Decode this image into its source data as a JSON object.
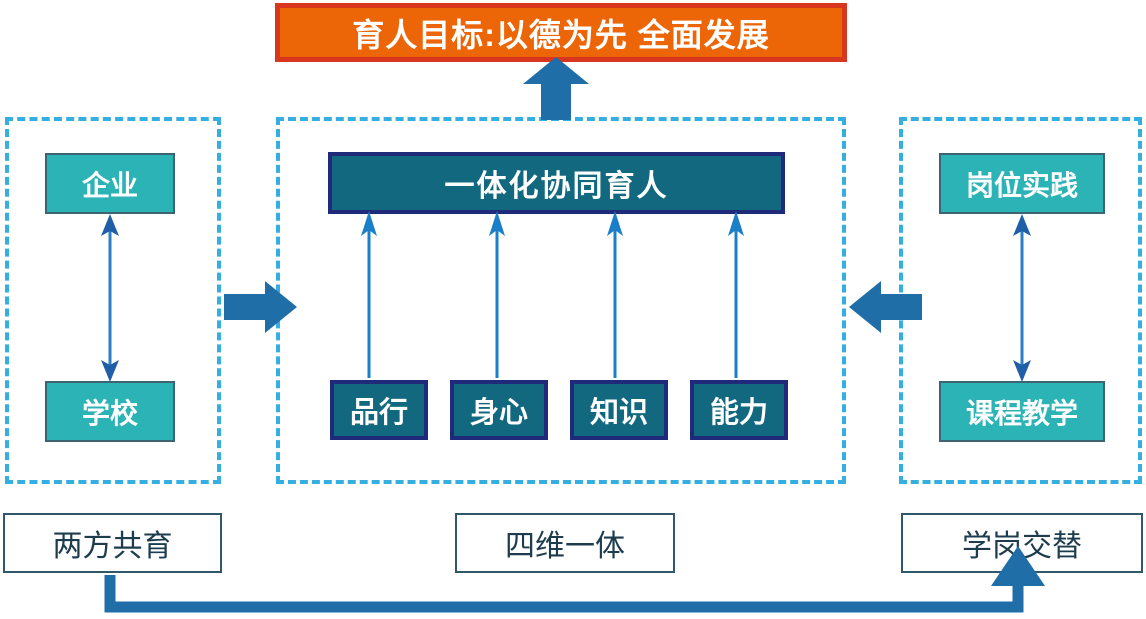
{
  "diagram": {
    "title_banner": {
      "text": "育人目标:以德为先  全面发展",
      "bg_color": "#ec6608",
      "border_color": "#d8361e",
      "text_color": "#ffffff"
    },
    "panels": {
      "left": {
        "border_color": "#35aee2",
        "boxes": [
          {
            "label": "企业",
            "fill": "#2bb3b5"
          },
          {
            "label": "学校",
            "fill": "#2bb3b5"
          }
        ],
        "connector": "double-headed-vertical-arrow"
      },
      "center": {
        "border_color": "#35aee2",
        "main_box": {
          "label": "一体化协同育人",
          "fill": "#12687e",
          "border": "#1f2b7a"
        },
        "dimension_boxes": [
          {
            "label": "品行",
            "fill": "#12687e",
            "border": "#1f2b7a"
          },
          {
            "label": "身心",
            "fill": "#12687e",
            "border": "#1f2b7a"
          },
          {
            "label": "知识",
            "fill": "#12687e",
            "border": "#1f2b7a"
          },
          {
            "label": "能力",
            "fill": "#12687e",
            "border": "#1f2b7a"
          }
        ],
        "connector": "four-up-arrows-to-main-box"
      },
      "right": {
        "border_color": "#35aee2",
        "boxes": [
          {
            "label": "岗位实践",
            "fill": "#2bb3b5"
          },
          {
            "label": "课程教学",
            "fill": "#2bb3b5"
          }
        ],
        "connector": "double-headed-vertical-arrow"
      }
    },
    "bottom_labels": [
      {
        "label": "两方共育"
      },
      {
        "label": "四维一体"
      },
      {
        "label": "学岗交替"
      }
    ],
    "connectors": {
      "center_to_banner": {
        "kind": "block-arrow-up",
        "color": "#1f6ea8"
      },
      "left_to_center": {
        "kind": "block-arrow-right",
        "color": "#1f6ea8"
      },
      "right_to_center": {
        "kind": "block-arrow-left",
        "color": "#1f6ea8"
      },
      "bottom_loop": {
        "kind": "elbow-arrow-left-to-right",
        "color": "#1f6ea8"
      }
    },
    "palette": {
      "orange": "#ec6608",
      "red": "#d8361e",
      "cyan_dash": "#35aee2",
      "teal_light": "#2bb3b5",
      "teal_dark": "#12687e",
      "navy": "#1f2b7a",
      "blue_arrow": "#1f6ea8",
      "slate_text": "#1d3c4d"
    }
  }
}
